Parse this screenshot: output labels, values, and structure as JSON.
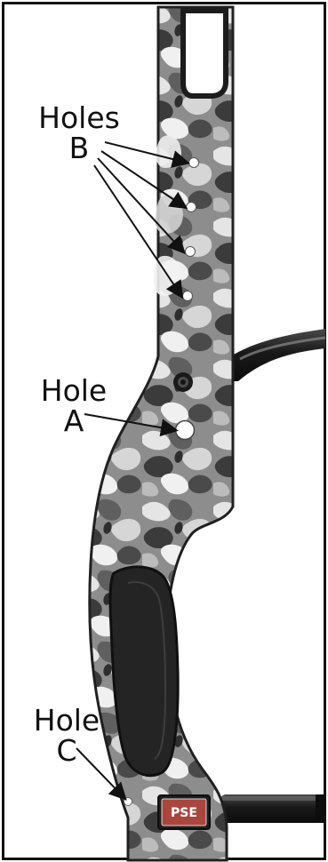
{
  "labels": {
    "holes_b": {
      "line1": "Holes",
      "line2": "B"
    },
    "hole_a": {
      "line1": "Hole",
      "line2": "A"
    },
    "hole_c": {
      "line1": "Hole",
      "line2": "C"
    }
  },
  "badge": {
    "text": "PSE"
  },
  "colors": {
    "frame": "#111111",
    "camo_dark": "#3b3b3b",
    "camo_mid": "#8d8d8d",
    "camo_light": "#e5e5e5",
    "grip": "#202020",
    "stabilizer": "#151515",
    "badge_red": "#a9473f"
  }
}
